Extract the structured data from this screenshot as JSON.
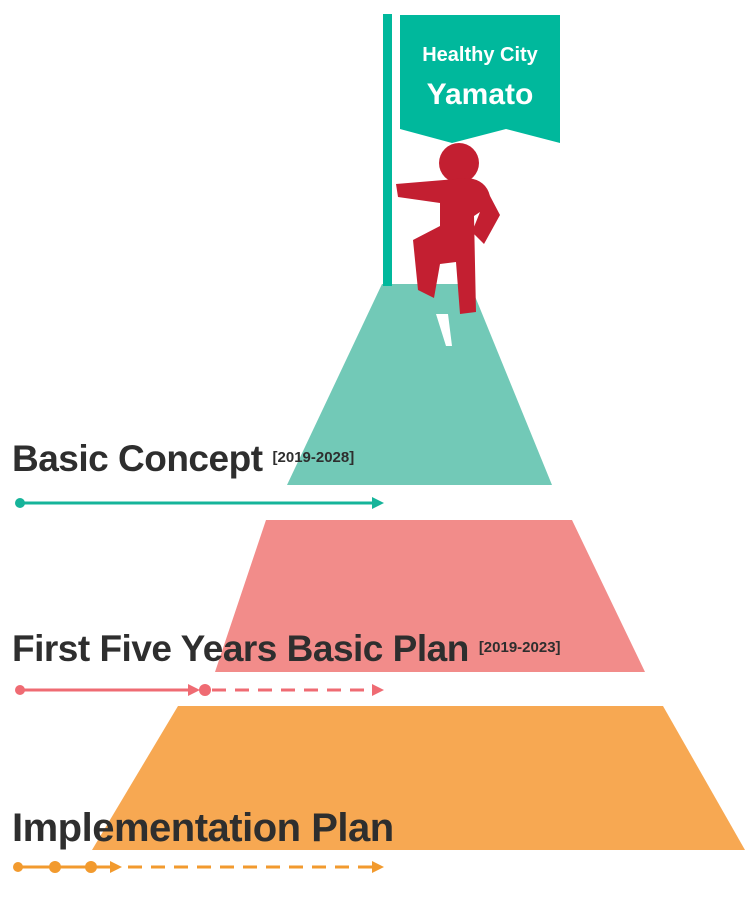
{
  "flag": {
    "line1": "Healthy City",
    "line2": "Yamato",
    "color": "#00b89c"
  },
  "tiers": [
    {
      "title": "Basic Concept",
      "period": "[2019-2028]",
      "color": "#72c9b7",
      "arrow_color": "#16b49a"
    },
    {
      "title": "First Five Years Basic Plan",
      "period": "[2019-2023]",
      "color": "#f28c8a",
      "arrow_color": "#ef6b73"
    },
    {
      "title": "Implementation Plan",
      "period": "",
      "color": "#f7a852",
      "arrow_color": "#f29a2e"
    }
  ],
  "figure_color": "#c31f31"
}
